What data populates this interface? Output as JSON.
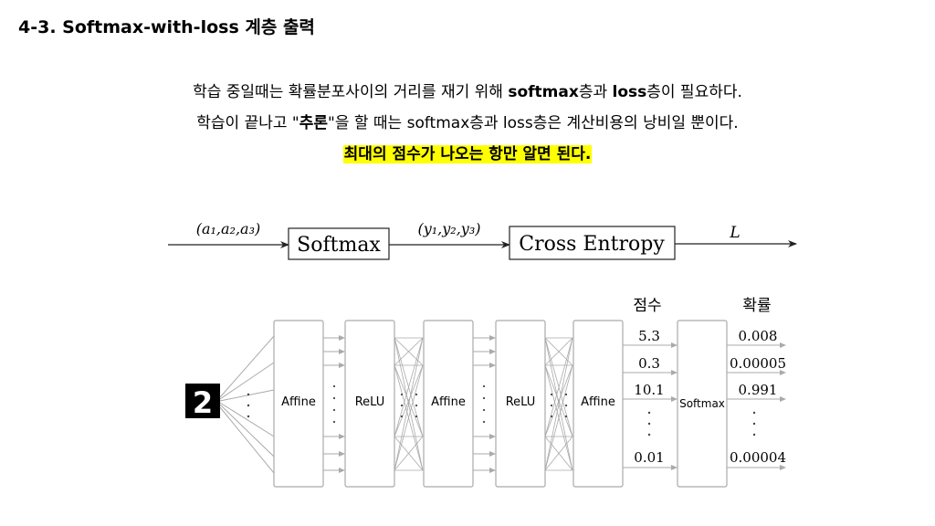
{
  "title": "4-3. Softmax-with-loss 계층 출력",
  "para": {
    "l1_a": "학습 중일때는 확률분포사이의 거리를 재기 위해 ",
    "l1_b": "softmax",
    "l1_c": "층과 ",
    "l1_d": "loss",
    "l1_e": "층이 필요하다.",
    "l2_a": "학습이 끝나고 \"",
    "l2_b": "추론",
    "l2_c": "\"을 할 때는 softmax층과 loss층은 계산비용의 낭비일 뿐이다.",
    "l3": "최대의 점수가 나오는 항만 알면 된다."
  },
  "flow": {
    "in_label": "(a₁,a₂,a₃)",
    "box1": "Softmax",
    "mid_label": "(y₁,y₂,y₃)",
    "box2": "Cross Entropy",
    "out_label": "L"
  },
  "network": {
    "input_digit": "2",
    "layers": [
      "Affine",
      "ReLU",
      "Affine",
      "ReLU",
      "Affine",
      "Softmax"
    ],
    "scores_header": "점수",
    "probs_header": "확률",
    "scores": [
      "5.3",
      "0.3",
      "10.1",
      "0.01"
    ],
    "probs": [
      "0.008",
      "0.00005",
      "0.991",
      "0.00004"
    ]
  },
  "colors": {
    "highlight": "#ffff00",
    "box_stroke": "#aaaaaa",
    "arrow": "#999999"
  }
}
